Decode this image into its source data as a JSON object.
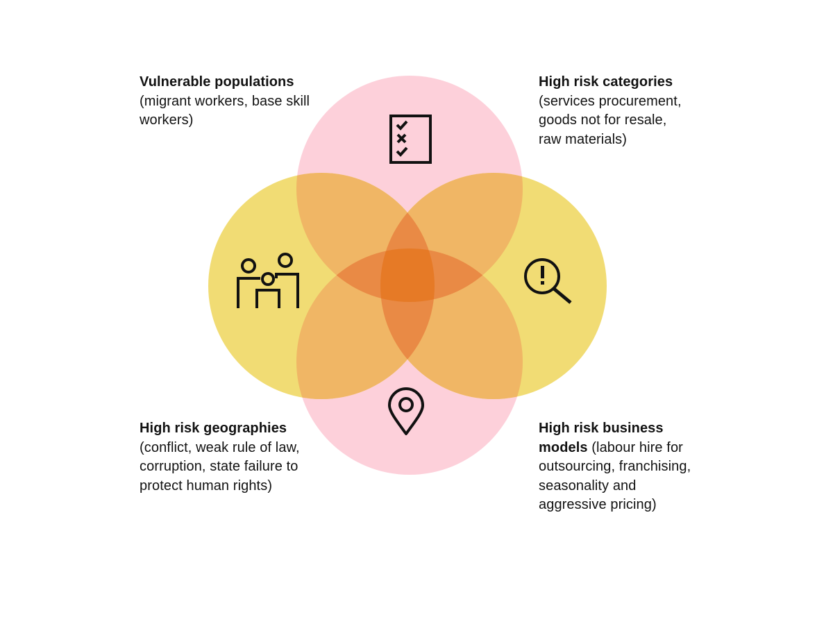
{
  "colors": {
    "pink": "#fdd0da",
    "yellow": "#f1dc74",
    "orange_overlap": "#f0b665",
    "dark_overlap": "#e98a45",
    "center": "#e67a26",
    "icon": "#111111"
  },
  "labels": {
    "populations": {
      "title": "Vulnerable populations",
      "rest": "(migrant workers, base skill workers)"
    },
    "categories": {
      "title": "High risk categories",
      "rest": " (services procurement, goods not for resale, raw materials)"
    },
    "geographies": {
      "title": "High risk geographies",
      "rest": "(conflict, weak rule of law, corruption, state failure to protect human rights)"
    },
    "models": {
      "title": "High risk business models",
      "rest": " (labour hire for outsourcing, franchising, seasonality and aggressive pricing)"
    }
  },
  "icons": {
    "top": "checklist-icon",
    "left": "people-icon",
    "right": "magnifier-alert-icon",
    "bottom": "location-pin-icon"
  }
}
